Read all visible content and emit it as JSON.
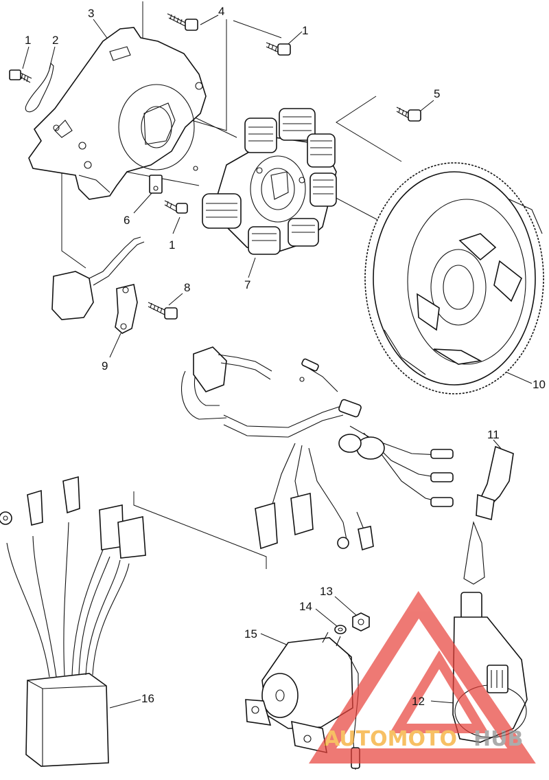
{
  "labels": [
    "1",
    "2",
    "3",
    "4",
    "1",
    "5",
    "6",
    "1",
    "7",
    "8",
    "9",
    "10",
    "11",
    "13",
    "14",
    "15",
    "12",
    "16"
  ],
  "watermark": {
    "prefix": "AUTOMOTO",
    "suffix": "HUB",
    "prefix_color": "#f5a623",
    "suffix_color": "#8a8a8a",
    "triangle_color": "#e8413a"
  }
}
